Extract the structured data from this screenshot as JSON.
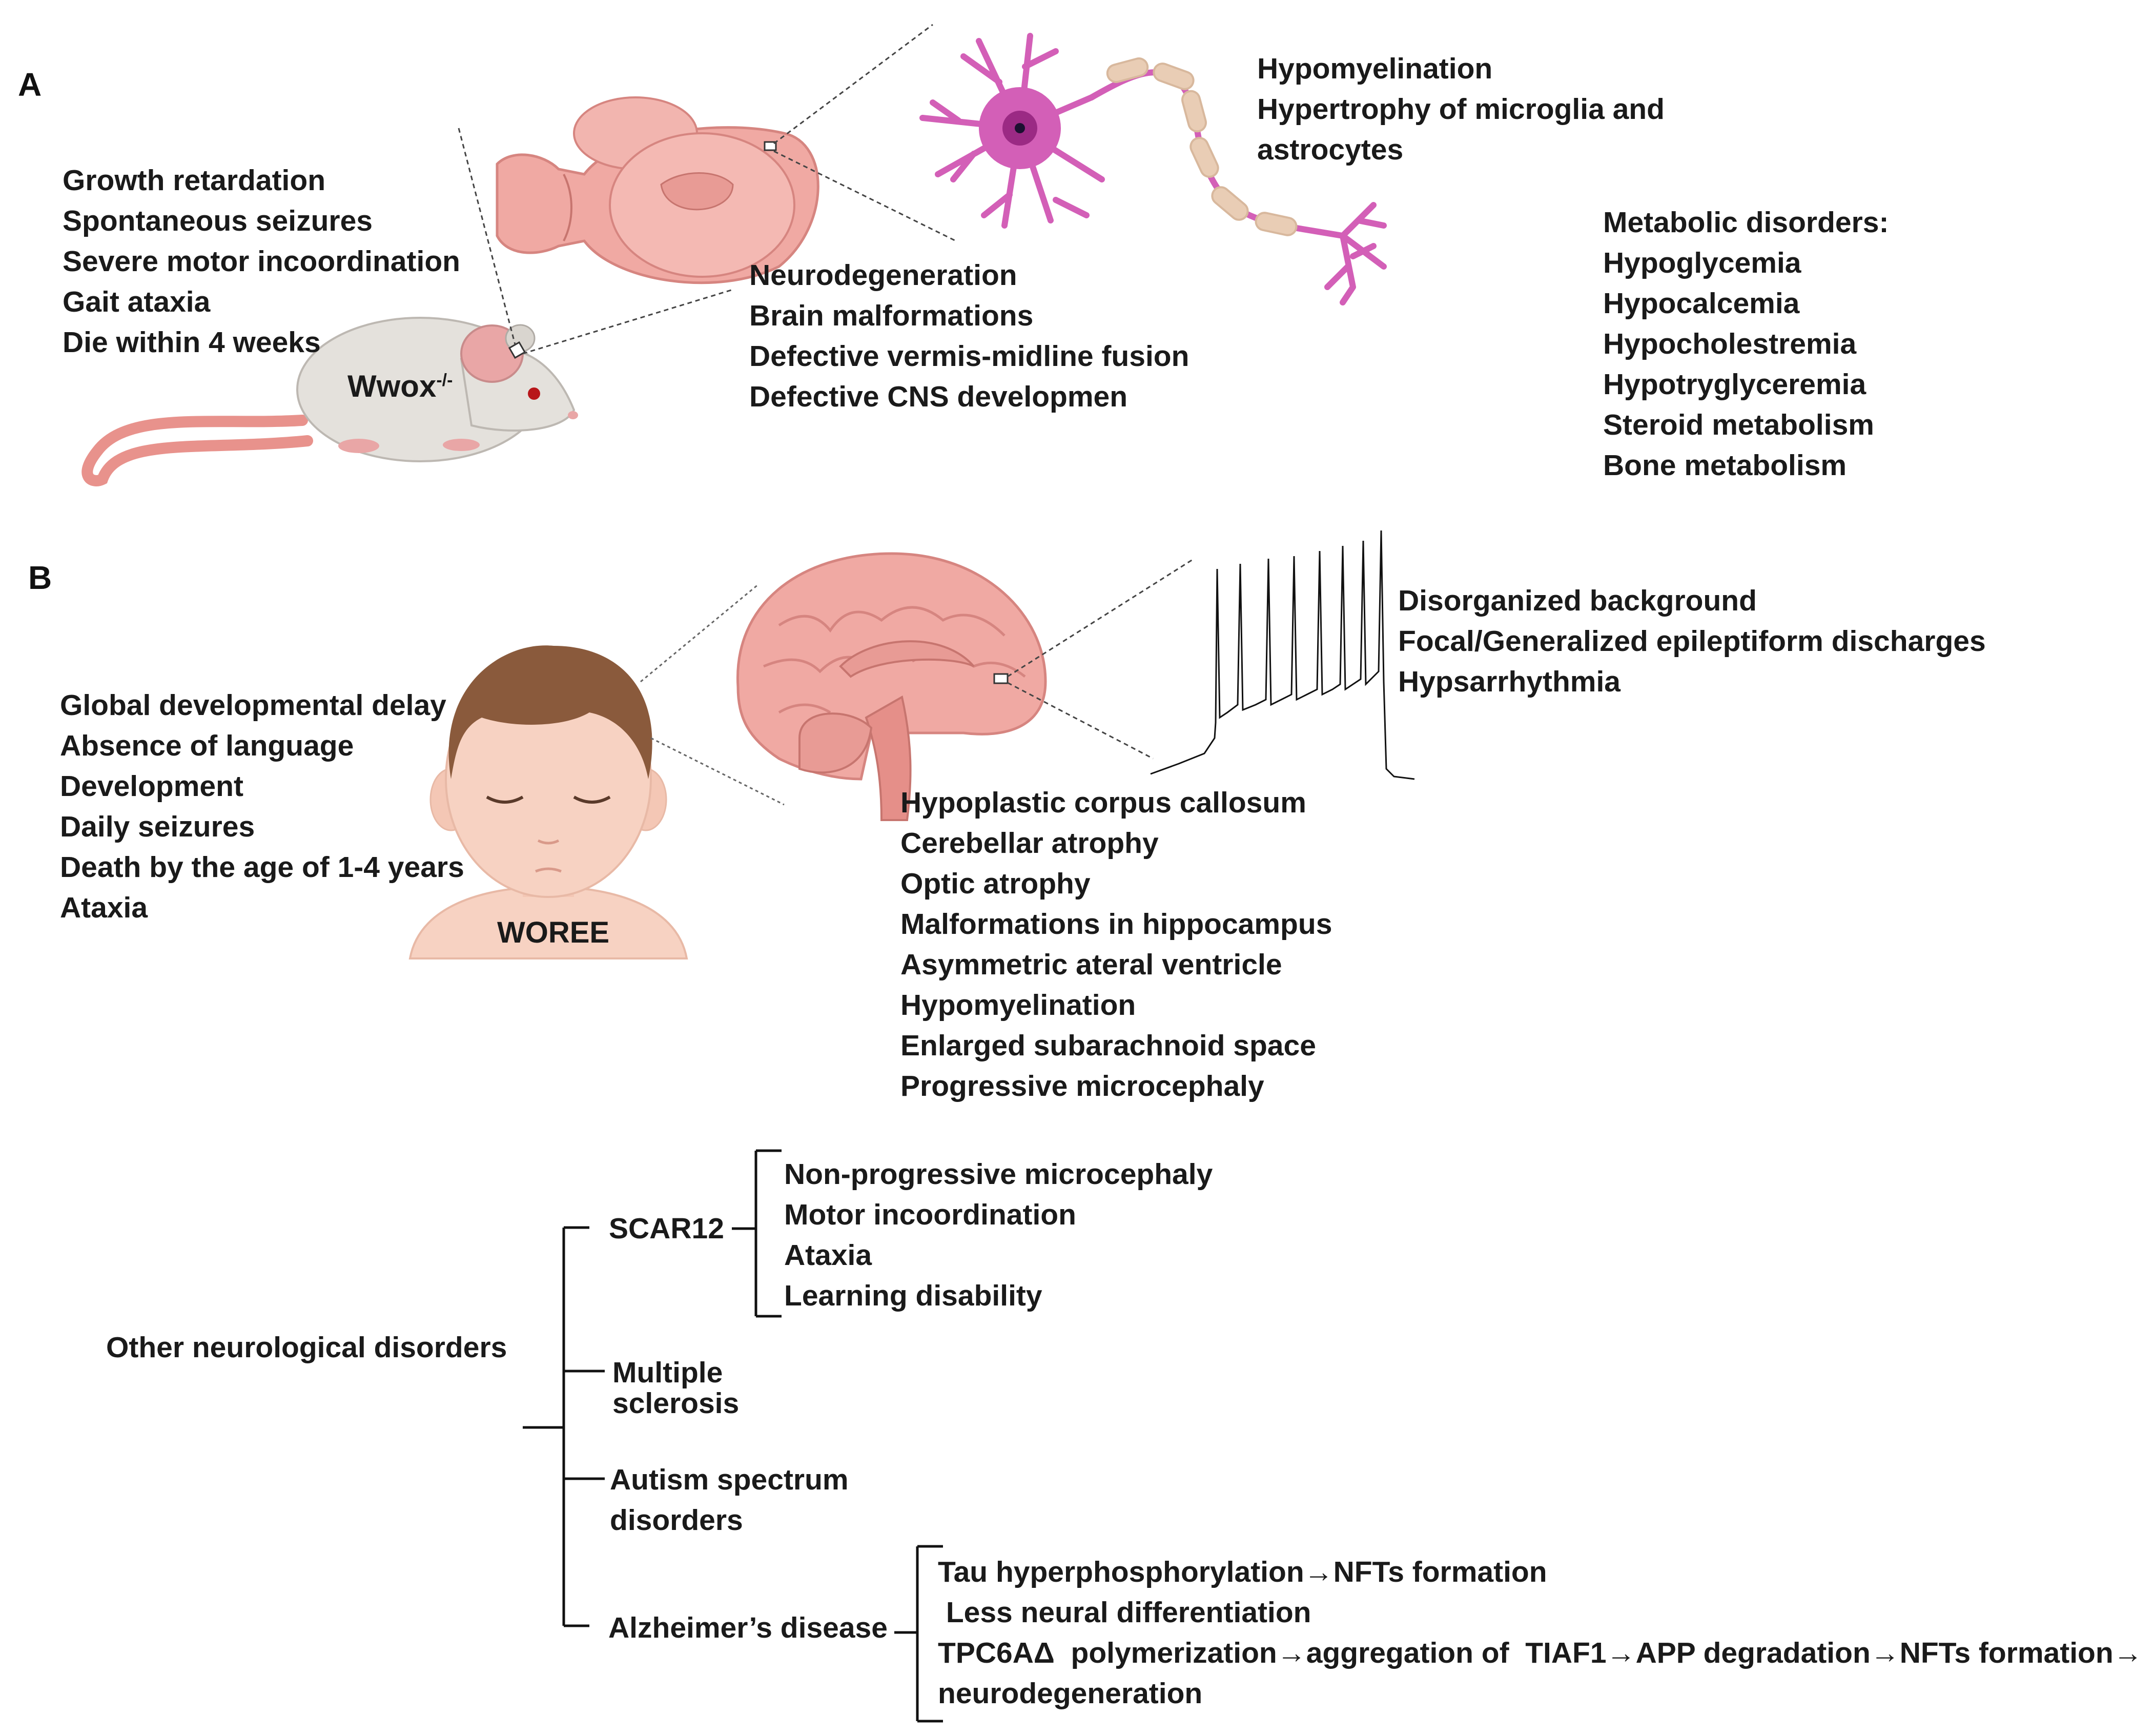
{
  "panel_a": {
    "label": "A",
    "mouse_label": "Wwox",
    "mouse_label_sup": "-/-",
    "phenotypes": [
      "Growth retardation",
      "Spontaneous seizures",
      "Severe motor incoordination",
      "Gait ataxia",
      "Die within 4 weeks"
    ],
    "brain_findings": [
      "Neurodegeneration",
      "Brain malformations",
      "Defective vermis-midline fusion",
      "Defective CNS developmen"
    ],
    "neuron_findings": [
      "Hypomyelination",
      "Hypertrophy of microglia and",
      "astrocytes"
    ],
    "metabolic": [
      "Metabolic disorders:",
      "Hypoglycemia",
      "Hypocalcemia",
      "Hypocholestremia",
      "Hypotryglyceremia",
      "Steroid metabolism",
      "Bone metabolism"
    ]
  },
  "panel_b": {
    "label": "B",
    "baby_label": "WOREE",
    "phenotypes": [
      "Global developmental delay",
      "Absence of language",
      "Development",
      "Daily seizures",
      "Death by the age of 1-4 years",
      "Ataxia"
    ],
    "eeg_findings": [
      "Disorganized background",
      "Focal/Generalized epileptiform discharges",
      "Hypsarrhythmia"
    ],
    "brain_findings": [
      "Hypoplastic corpus callosum",
      "Cerebellar atrophy",
      "Optic atrophy",
      "Malformations in hippocampus",
      "Asymmetric ateral ventricle",
      "Hypomyelination",
      "Enlarged subarachnoid space",
      "Progressive microcephaly"
    ]
  },
  "other": {
    "root": "Other neurological disorders",
    "scar12": {
      "label": "SCAR12",
      "items": [
        "Non-progressive microcephaly",
        "Motor incoordination",
        "Ataxia",
        "Learning disability"
      ]
    },
    "ms": [
      "Multiple",
      "sclerosis"
    ],
    "asd": [
      "Autism spectrum",
      "disorders"
    ],
    "ad": {
      "label": "Alzheimer’s disease",
      "items": [
        "Tau hyperphosphorylation→NFTs formation",
        " Less neural differentiation",
        "TPC6AΔ  polymerization→aggregation of  TIAF1→APP degradation→NFTs formation→",
        "neurodegeneration"
      ]
    }
  },
  "colors": {
    "brain": "#f0a9a3",
    "neuron": "#d35fb7",
    "myelin": "#e9cdb5",
    "skin": "#f7d2c2",
    "hair": "#8a5a3c",
    "mouse": "#e4e1dc"
  },
  "icons": [
    "mouse-illustration",
    "mouse-brain-illustration",
    "neuron-illustration",
    "baby-illustration",
    "human-brain-illustration",
    "eeg-trace"
  ]
}
